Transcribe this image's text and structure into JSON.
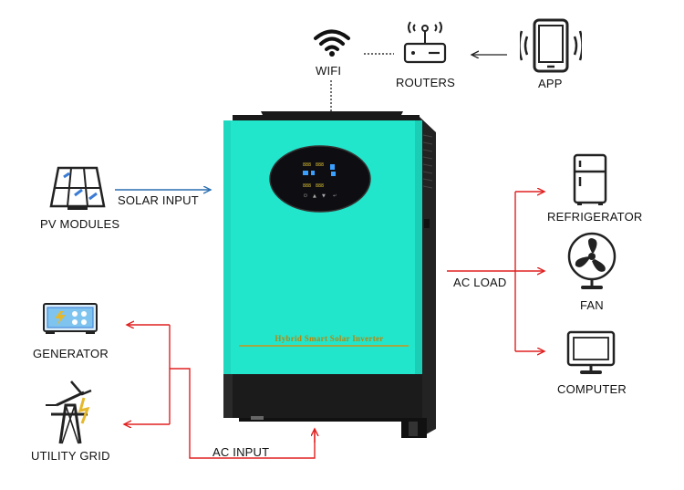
{
  "labels": {
    "wifi": "WIFI",
    "routers": "ROUTERS",
    "app": "APP",
    "pv_modules": "PV MODULES",
    "solar_input": "SOLAR INPUT",
    "ac_load": "AC LOAD",
    "refrigerator": "REFRIGERATOR",
    "fan": "FAN",
    "computer": "COMPUTER",
    "generator": "GENERATOR",
    "utility_grid": "UTILITY GRID",
    "ac_input": "AC INPUT"
  },
  "inverter": {
    "title": "Hybrid Smart Solar Inverter"
  },
  "colors": {
    "inverter_body": "#22e6cc",
    "inverter_base": "#1a1a1a",
    "ac_line": "#e02020",
    "solar_line": "#2a6fb0",
    "icon": "#222222"
  }
}
